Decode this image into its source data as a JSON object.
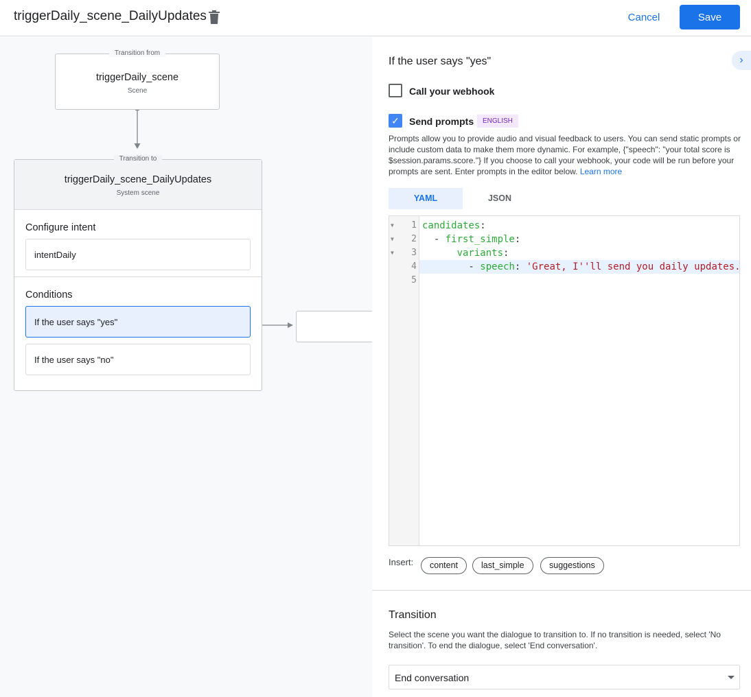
{
  "header": {
    "title": "triggerDaily_scene_DailyUpdates",
    "cancel_label": "Cancel",
    "save_label": "Save",
    "accent": "#1a73e8"
  },
  "canvas": {
    "from": {
      "legend": "Transition from",
      "name": "triggerDaily_scene",
      "type": "Scene"
    },
    "to": {
      "legend": "Transition to",
      "name": "triggerDaily_scene_DailyUpdates",
      "type": "System scene"
    },
    "intent": {
      "heading": "Configure intent",
      "value": "intentDaily"
    },
    "conditions": {
      "heading": "Conditions",
      "items": [
        {
          "label": "If the user says \"yes\"",
          "selected": true
        },
        {
          "label": "If the user says \"no\"",
          "selected": false
        }
      ]
    }
  },
  "panel": {
    "heading": "If the user says \"yes\"",
    "webhook": {
      "label": "Call your webhook",
      "checked": false
    },
    "prompts": {
      "label": "Send prompts",
      "checked": true,
      "badge": "ENGLISH",
      "description": "Prompts allow you to provide audio and visual feedback to users. You can send static prompts or include custom data to make them more dynamic. For example, {\"speech\": \"your total score is $session.params.score.\"} If you choose to call your webhook, your code will be run before your prompts are sent. Enter prompts in the editor below.",
      "learn_more": "Learn more"
    },
    "tabs": [
      {
        "label": "YAML",
        "active": true
      },
      {
        "label": "JSON",
        "active": false
      }
    ],
    "editor": {
      "lines": [
        {
          "n": "1",
          "fold": true,
          "indent": "",
          "key": "candidates",
          "pre": "",
          "val": ""
        },
        {
          "n": "2",
          "fold": true,
          "indent": "  - ",
          "key": "first_simple",
          "pre": "",
          "val": ""
        },
        {
          "n": "3",
          "fold": true,
          "indent": "      ",
          "key": "variants",
          "pre": "",
          "val": ""
        },
        {
          "n": "4",
          "fold": false,
          "indent": "        - ",
          "key": "speech",
          "pre": " ",
          "val": "'Great, I''ll send you daily updates.'"
        },
        {
          "n": "5",
          "fold": false,
          "indent": "",
          "key": "",
          "pre": "",
          "val": ""
        }
      ]
    },
    "insert": {
      "label": "Insert:",
      "chips": [
        "content",
        "last_simple",
        "suggestions"
      ]
    },
    "transition": {
      "heading": "Transition",
      "description": "Select the scene you want the dialogue to transition to. If no transition is needed, select 'No transition'. To end the dialogue, select 'End conversation'.",
      "selected": "End conversation"
    }
  }
}
